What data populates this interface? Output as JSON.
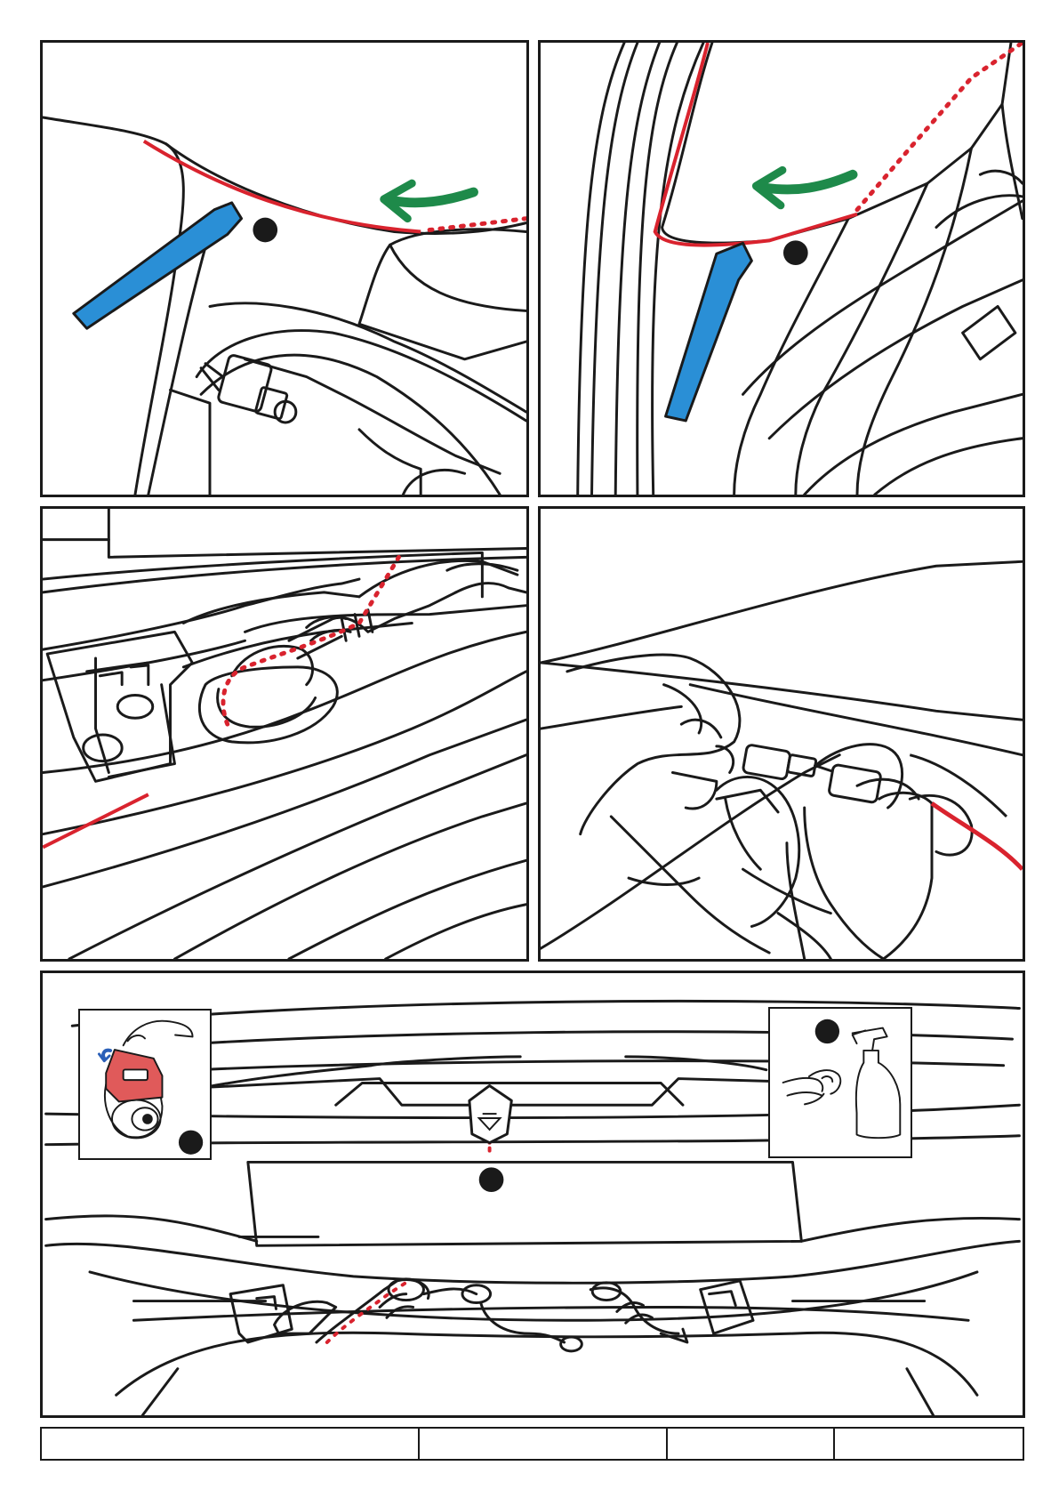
{
  "colors": {
    "line": "#1a1a1a",
    "route": "#d9232e",
    "arrow": "#1e8a4a",
    "tool": "#2a8fd6",
    "tape": "#e05a5a",
    "dot": "#1a1a1a"
  },
  "panels": [
    {
      "id": "panel-1",
      "content": "remove-trim-with-pry-tool",
      "icons": [
        "pry-tool-icon",
        "green-arrow-icon",
        "step-marker-dot"
      ]
    },
    {
      "id": "panel-2",
      "content": "pillar-trim-cable-route",
      "icons": [
        "pry-tool-icon",
        "green-arrow-icon",
        "step-marker-dot"
      ]
    },
    {
      "id": "panel-3",
      "content": "tailgate-hinge-cable-grommet",
      "icons": [
        "grommet-icon"
      ]
    },
    {
      "id": "panel-4",
      "content": "connect-cable-plug",
      "icons": [
        "hands-icon",
        "connector-icon"
      ]
    },
    {
      "id": "panel-5",
      "content": "mount-camera-on-tailgate",
      "icons": [
        "camera-tape-inset",
        "cleaning-spray-inset",
        "step-marker-dot"
      ]
    }
  ],
  "footer": {
    "cells": [
      "",
      "",
      "",
      ""
    ]
  }
}
